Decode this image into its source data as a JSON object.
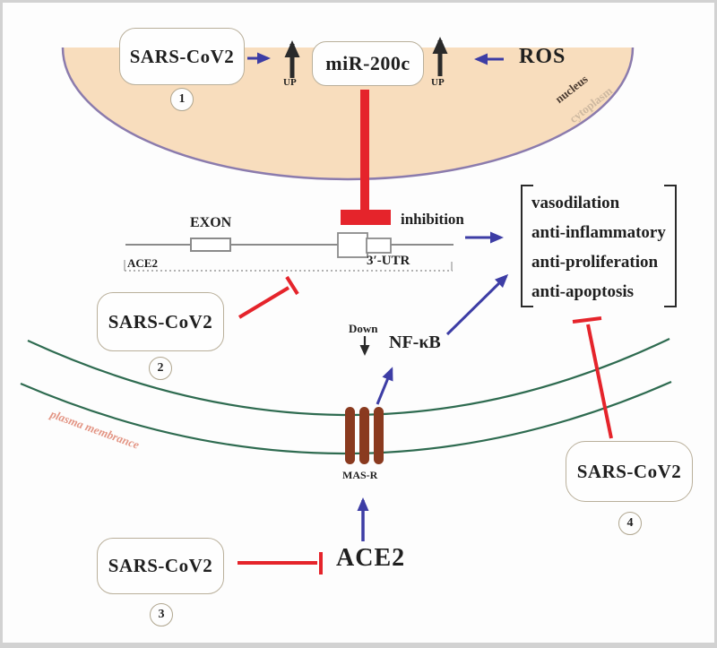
{
  "diagram": {
    "boxes": {
      "sars1": {
        "label": "SARS-CoV2",
        "number": "1"
      },
      "sars2": {
        "label": "SARS-CoV2",
        "number": "2"
      },
      "sars3": {
        "label": "SARS-CoV2",
        "number": "3"
      },
      "sars4": {
        "label": "SARS-CoV2",
        "number": "4"
      },
      "mir": {
        "label": "miR-200c"
      }
    },
    "labels": {
      "up1": "UP",
      "up2": "UP",
      "ros": "ROS",
      "nucleus": "nucleus",
      "cytoplasm": "cytoplasm",
      "inhibition": "inhibition",
      "exon": "EXON",
      "ace2_gene": "ACE2",
      "utr": "3′-UTR",
      "down": "Down",
      "nfkb": "NF-κB",
      "plasma_membrane": "plasma membrance",
      "masr": "MAS-R",
      "ace2": "ACE2"
    },
    "effects": [
      "vasodilation",
      "anti-inflammatory",
      "anti-proliferation",
      "anti-apoptosis"
    ],
    "colors": {
      "nucleus_fill": "#f8ddbd",
      "nucleus_border": "#8b7bad",
      "membrane_green": "#2e6b50",
      "receptor_brown": "#8a3a1f",
      "inhibition_red": "#e5242b",
      "activation_blue": "#3d3da5",
      "gene_line_gray": "#8a8a8a",
      "text_black": "#1f1f1f",
      "membrane_label_pink": "#e39584",
      "cytoplasm_label_tan": "#cdb8a0"
    }
  }
}
